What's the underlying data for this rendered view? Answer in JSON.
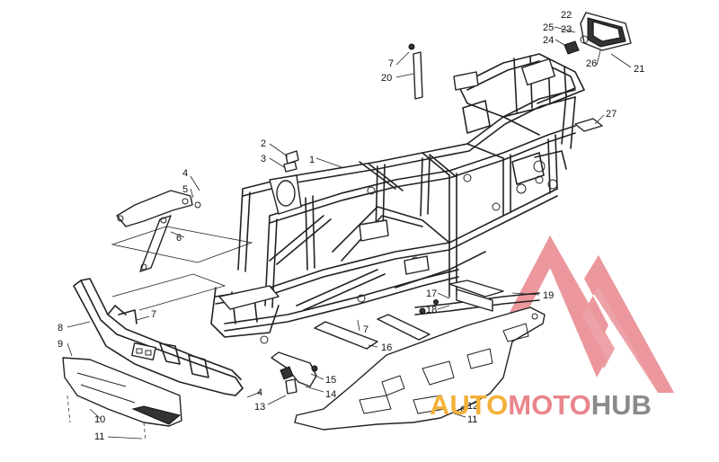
{
  "callouts": [
    {
      "id": "c1",
      "text": "1"
    },
    {
      "id": "c2",
      "text": "2"
    },
    {
      "id": "c3",
      "text": "3"
    },
    {
      "id": "c4a",
      "text": "4"
    },
    {
      "id": "c4b",
      "text": "4"
    },
    {
      "id": "c5",
      "text": "5"
    },
    {
      "id": "c6",
      "text": "6"
    },
    {
      "id": "c7a",
      "text": "7"
    },
    {
      "id": "c7b",
      "text": "7"
    },
    {
      "id": "c7c",
      "text": "7"
    },
    {
      "id": "c8",
      "text": "8"
    },
    {
      "id": "c9",
      "text": "9"
    },
    {
      "id": "c10",
      "text": "10"
    },
    {
      "id": "c11a",
      "text": "11"
    },
    {
      "id": "c11b",
      "text": "11"
    },
    {
      "id": "c12",
      "text": "12"
    },
    {
      "id": "c13",
      "text": "13"
    },
    {
      "id": "c14",
      "text": "14"
    },
    {
      "id": "c15",
      "text": "15"
    },
    {
      "id": "c16",
      "text": "16"
    },
    {
      "id": "c17",
      "text": "17"
    },
    {
      "id": "c18",
      "text": "18"
    },
    {
      "id": "c19",
      "text": "19"
    },
    {
      "id": "c20",
      "text": "20"
    },
    {
      "id": "c21",
      "text": "21"
    },
    {
      "id": "c22",
      "text": "22"
    },
    {
      "id": "c23",
      "text": "23"
    },
    {
      "id": "c24",
      "text": "24"
    },
    {
      "id": "c25",
      "text": "25"
    },
    {
      "id": "c26",
      "text": "26"
    },
    {
      "id": "c27",
      "text": "27"
    }
  ],
  "watermark": {
    "text_auto": "AUTO",
    "text_moto": "MOTO",
    "text_hub": "HUB",
    "color_auto": "#f3b13a",
    "color_moto": "#e8868c",
    "color_hub": "#8a8a8a",
    "logo_color": "#e8868c",
    "logo_icon": "triangle-m-logo"
  }
}
